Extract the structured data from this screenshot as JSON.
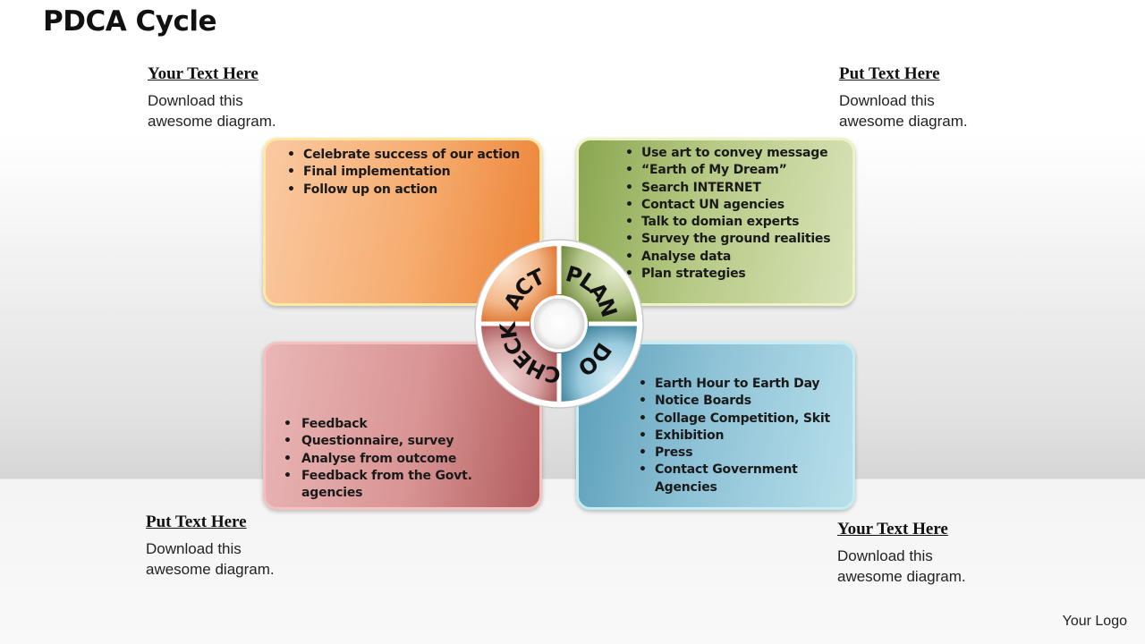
{
  "title": "PDCA Cycle",
  "logo_text": "Your Logo",
  "corners": {
    "top_left": {
      "heading": "Your Text Here",
      "body": "Download this awesome diagram."
    },
    "top_right": {
      "heading": "Put Text Here",
      "body": "Download this awesome diagram."
    },
    "bottom_left": {
      "heading": "Put Text Here",
      "body": "Download this awesome diagram."
    },
    "bottom_right": {
      "heading": "Your Text Here",
      "body": "Download this awesome diagram."
    }
  },
  "boxes": {
    "act": {
      "items": [
        "Celebrate success of our action",
        "Final implementation",
        "Follow up on action"
      ]
    },
    "plan": {
      "items": [
        "Use art to convey message",
        "“Earth of My Dream”",
        "Search INTERNET",
        "Contact UN agencies",
        "Talk to domian experts",
        "Survey the ground realities",
        "Analyse data",
        "Plan strategies"
      ]
    },
    "check": {
      "items": [
        "Feedback",
        "Questionnaire, survey",
        "Analyse from outcome",
        "Feedback from the Govt. agencies"
      ]
    },
    "do": {
      "items": [
        "Earth Hour to Earth Day",
        "Notice Boards",
        "Collage Competition, Skit",
        "Exhibition",
        "Press",
        "Contact Government Agencies"
      ]
    }
  },
  "wheel": {
    "act": "ACT",
    "plan": "PLAN",
    "do": "DO",
    "check": "CHECK"
  },
  "colors": {
    "act": "#f08a3e",
    "plan": "#8aa650",
    "check": "#b86a6a",
    "do": "#5c9fb9"
  }
}
